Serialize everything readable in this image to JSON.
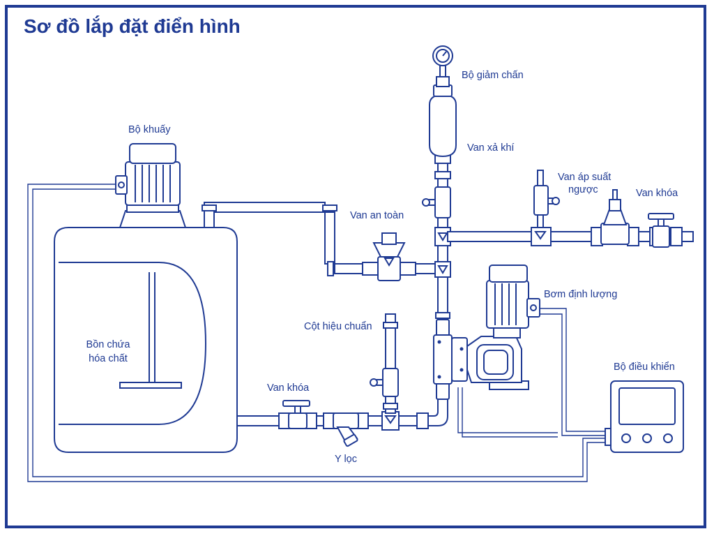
{
  "title": "Sơ đồ lắp đặt điển hình",
  "colors": {
    "primary": "#1f3a93",
    "background": "#ffffff"
  },
  "labels": {
    "tank": [
      "Bồn chứa",
      "hóa chất"
    ],
    "agitator": "Bộ khuấy",
    "damper": "Bộ giảm chấn",
    "air_release": "Van xả khí",
    "back_pressure": [
      "Van áp suất",
      "ngược"
    ],
    "shutoff_right": "Van khóa",
    "safety_valve": "Van an toàn",
    "dosing_pump": "Bơm định lượng",
    "calibration_column": "Cột hiệu chuẩn",
    "shutoff_left": "Van khóa",
    "y_strainer": "Y lọc",
    "controller": "Bộ điều khiển"
  }
}
